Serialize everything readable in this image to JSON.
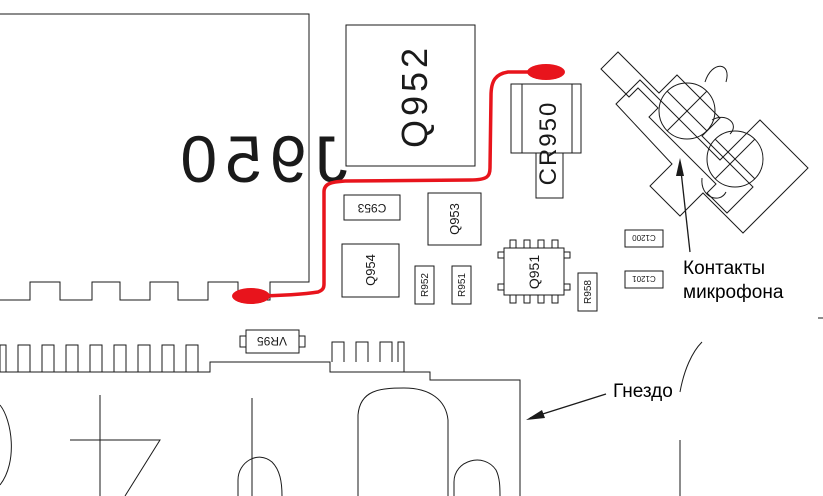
{
  "components": {
    "j950": "J950",
    "q952": "Q952",
    "cr950": "CR950",
    "q953_cap": "Q953",
    "c953": "C953",
    "q953": "Q953",
    "q954": "Q954",
    "r952": "R952",
    "r951": "R951",
    "q951": "Q951",
    "r958": "R958",
    "c1200": "C1200",
    "c1201": "C1201",
    "vr95": "VR95"
  },
  "annotations": {
    "mic_contacts_line1": "Контакты",
    "mic_contacts_line2": "микрофона",
    "socket": "Гнездо"
  },
  "colors": {
    "jumper": "#e8141c",
    "outline": "#1a1a1a",
    "background": "#ffffff"
  }
}
